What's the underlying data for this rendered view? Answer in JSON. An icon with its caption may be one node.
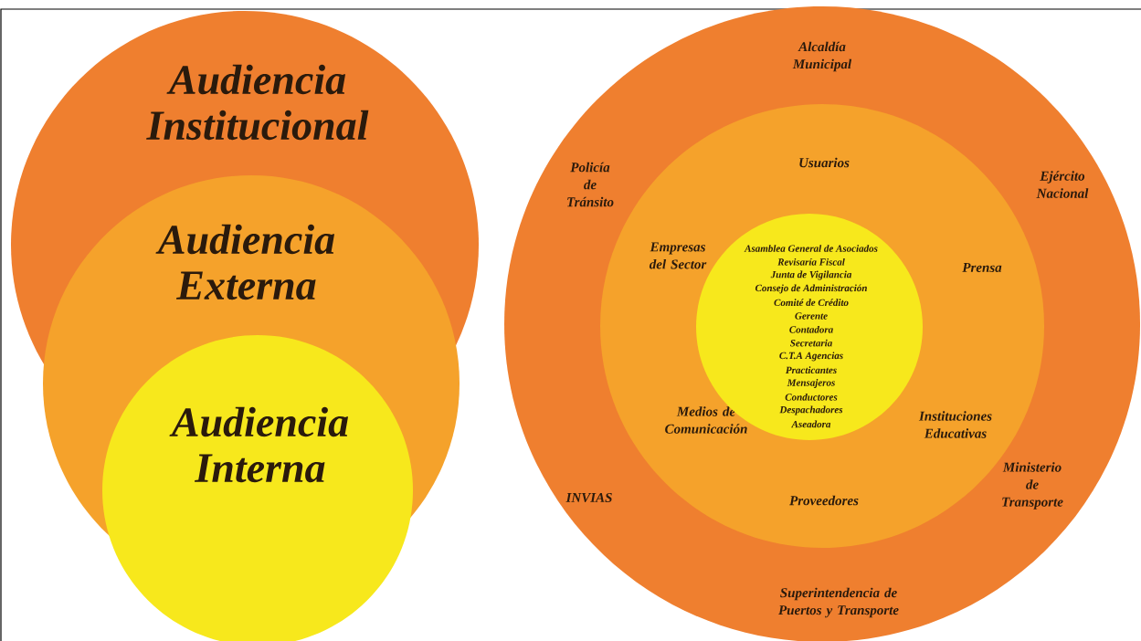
{
  "diagram": {
    "nodes": [
      {
        "text": [
          "Audiencia Institucional"
        ]
      },
      {
        "text": [
          "Audiencia Externa"
        ]
      },
      {
        "text": [
          "Audiencia Interna"
        ]
      },
      {
        "text": [
          "Alcaldía Municipal",
          "Policía de Tránsito",
          "Ejército Nacional",
          "INVIAS",
          "Ministerio de Transporte",
          "Superintendencia de Puertos y Transporte"
        ]
      },
      {
        "text": [
          "Usuarios",
          "Empresas del Sector",
          "Prensa",
          "Medios de Comunicación",
          "Instituciones Educativas",
          "Proveedores"
        ],
        "in": 3
      },
      {
        "text": [
          "Asamblea General de Asociados",
          "Revisaría Fiscal",
          "Junta de Vigilancia",
          "Consejo de Administración",
          "Comité de Crédito",
          "Gerente",
          "Contadora",
          "Secretaria",
          "C.T.A Agencias",
          "Practicantes",
          "Mensajeros",
          "Conductores",
          "Despachadores",
          "Aseadora"
        ],
        "in": 4
      }
    ]
  }
}
